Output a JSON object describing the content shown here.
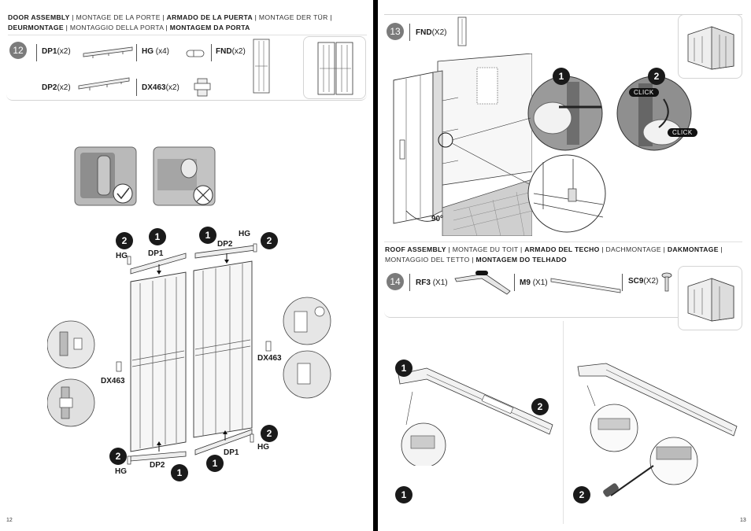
{
  "left_page": {
    "title": {
      "p1": "DOOR ASSEMBLY",
      "p2": "MONTAGE DE LA PORTE",
      "p3": "ARMADO DE LA PUERTA",
      "p4": "MONTAGE DER TÜR",
      "p5": "DEURMONTAGE",
      "p6": "MONTAGGIO DELLA PORTA",
      "p7": "MONTAGEM DA PORTA"
    },
    "step_number": "12",
    "parts": [
      {
        "code": "DP1",
        "qty": "(x2)"
      },
      {
        "code": "HG",
        "qty": "(x4)"
      },
      {
        "code": "FND",
        "qty": "(x2)"
      },
      {
        "code": "DP2",
        "qty": "(x2)"
      },
      {
        "code": "DX463",
        "qty": "(x2)"
      }
    ],
    "labels": {
      "hg": "HG",
      "dp1": "DP1",
      "dp2": "DP2",
      "dx463": "DX463",
      "one": "1",
      "two": "2"
    },
    "page_number": "12"
  },
  "right_page": {
    "step13": {
      "number": "13",
      "part_code": "FND",
      "part_qty": "(X2)",
      "angle": "90º",
      "click": "CLICK",
      "one": "1",
      "two": "2"
    },
    "title": {
      "p1": "ROOF ASSEMBLY",
      "p2": "MONTAGE DU TOIT",
      "p3": "ARMADO DEL TECHO",
      "p4": "DACHMONTAGE",
      "p5": "DAKMONTAGE",
      "p6": "MONTAGGIO DEL TETTO",
      "p7": "MONTAGEM DO TELHADO"
    },
    "step14": {
      "number": "14",
      "parts": [
        {
          "code": "RF3",
          "qty": "(X1)"
        },
        {
          "code": "M9",
          "qty": "(X1)"
        },
        {
          "code": "SC9",
          "qty": "(X2)"
        }
      ],
      "one": "1",
      "two": "2"
    },
    "page_number": "13"
  }
}
